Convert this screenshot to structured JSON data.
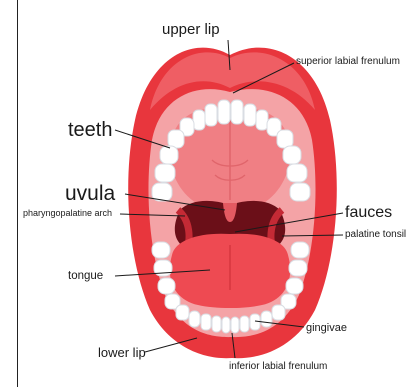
{
  "labels": {
    "upper_lip": "upper lip",
    "superior_labial_frenulum": "superior labial frenulum",
    "teeth": "teeth",
    "uvula": "uvula",
    "pharyngopalatine_arch": "pharyngopalatine arch",
    "fauces": "fauces",
    "palatine_tonsil": "palatine tonsil",
    "tongue": "tongue",
    "gingivae": "gingivae",
    "lower_lip": "lower lip",
    "inferior_labial_frenulum": "inferior labial frenulum"
  },
  "colors": {
    "lips": "#e8363d",
    "lip_highlight": "#f47a7e",
    "gum": "#f4a3a6",
    "cavity": "#a81e2a",
    "throat": "#6b0f18",
    "tongue": "#ee4a52",
    "teeth": "#ffffff",
    "tooth_shadow": "#d9dde3",
    "leader": "#1a1a1a"
  }
}
